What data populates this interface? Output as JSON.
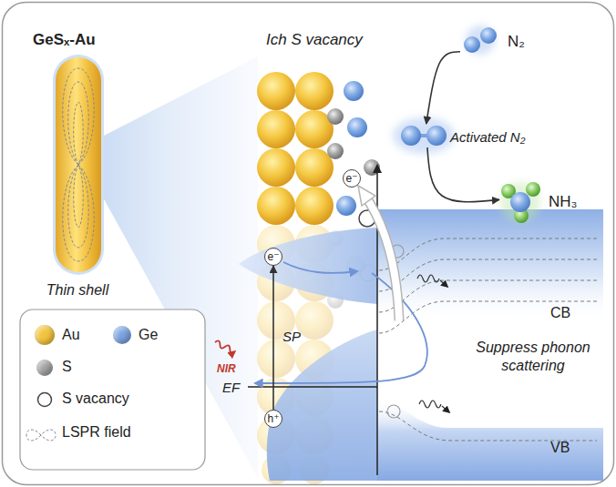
{
  "diagram": {
    "nodes": [
      {
        "text": [
          "N₂"
        ]
      },
      {
        "text": [
          "Activated N₂"
        ]
      },
      {
        "text": [
          "NH₃"
        ]
      },
      {
        "text": [
          "e⁻"
        ]
      },
      {
        "text": [
          "e⁻"
        ]
      },
      {
        "text": [
          "h⁺"
        ]
      }
    ],
    "edges": [
      {
        "from": 0,
        "to": 1,
        "arrow": "to"
      },
      {
        "from": 1,
        "to": 2,
        "arrow": "to"
      },
      {
        "from": 5,
        "to": 4,
        "arrow": "to",
        "label": "SP"
      }
    ],
    "labels": [
      "GeSₓ-Au",
      "Thin shell",
      "Ich S vacancy",
      "NIR",
      "EF",
      "CB",
      "VB",
      "Suppress phonon scattering"
    ],
    "legend": [
      {
        "text": "Au",
        "color": "#f2c33d"
      },
      {
        "text": "Ge",
        "color": "#7ba3e0"
      },
      {
        "text": "S",
        "color": "#a3a3a3"
      },
      {
        "text": "S vacancy"
      },
      {
        "text": "LSPR field"
      }
    ]
  }
}
